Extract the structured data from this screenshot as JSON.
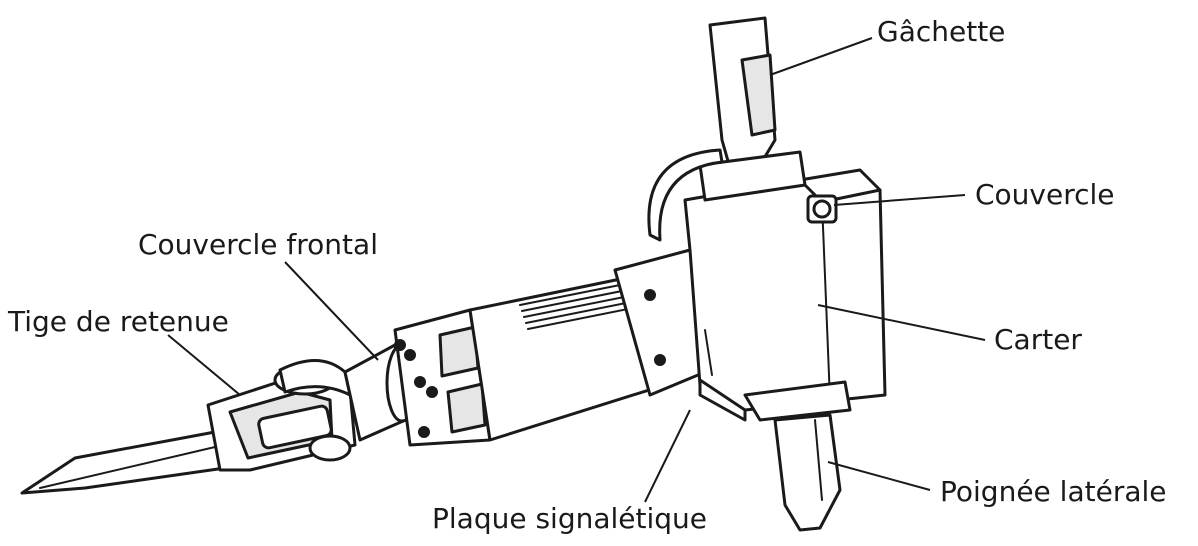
{
  "labels": {
    "trigger": "Gâchette",
    "cover": "Couvercle",
    "front_cover": "Couvercle frontal",
    "retaining_rod": "Tige de retenue",
    "housing": "Carter",
    "nameplate": "Plaque signalétique",
    "side_handle": "Poignée latérale"
  }
}
